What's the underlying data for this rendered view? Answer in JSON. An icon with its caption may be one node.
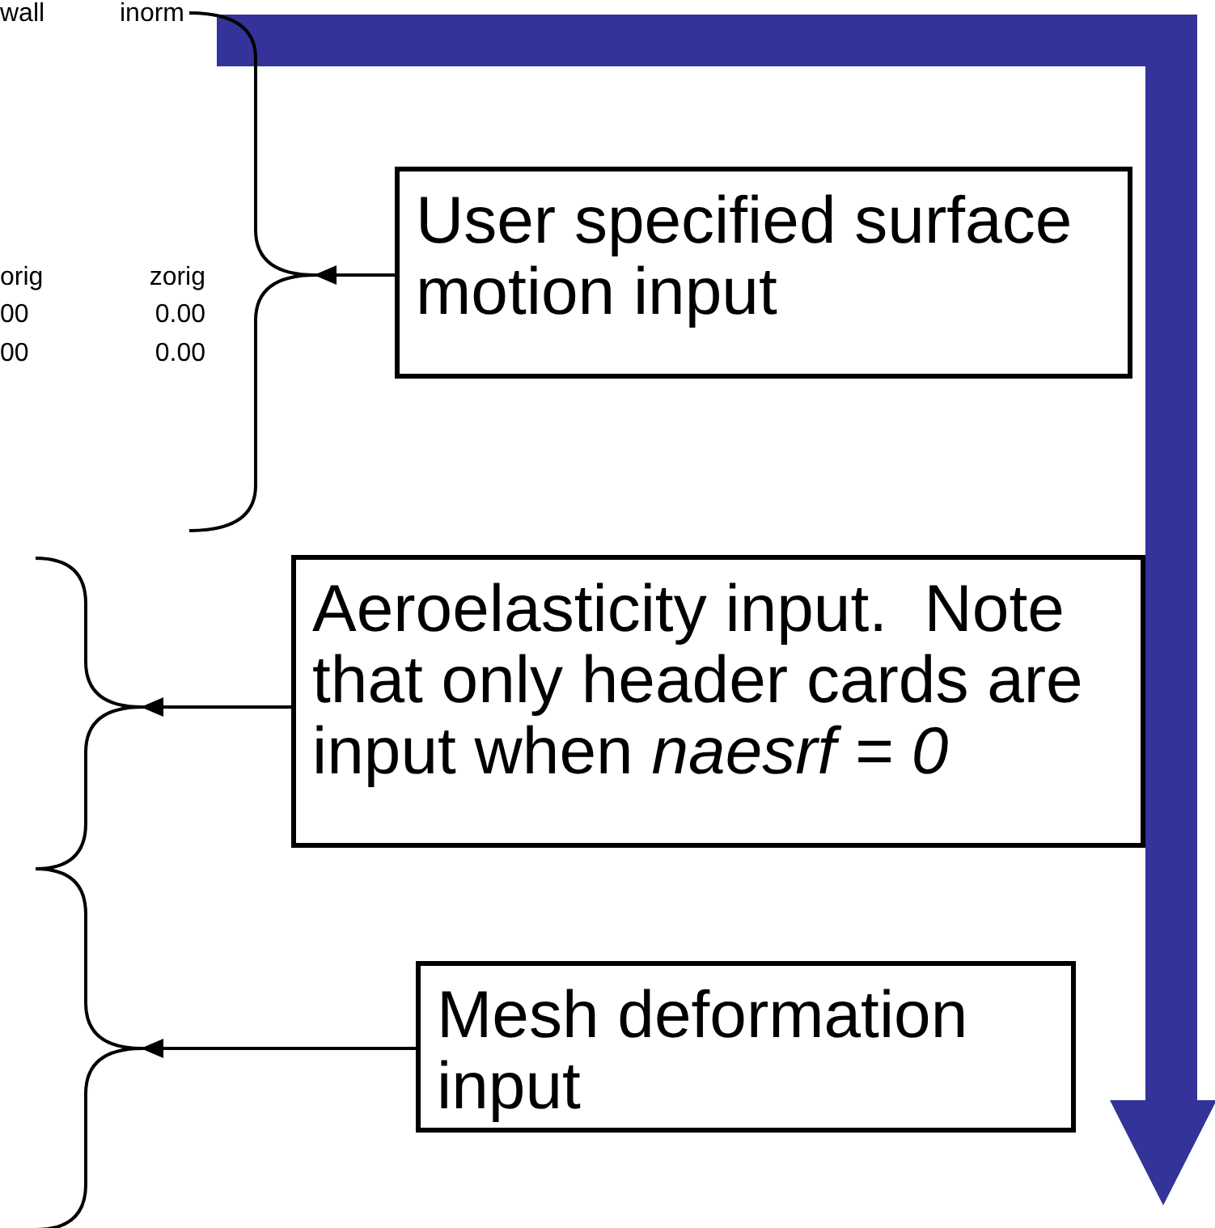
{
  "diagram": {
    "nodes": [
      {
        "text": [],
        "shape": "brace"
      },
      {
        "text": [
          "User specified surface motion input"
        ]
      },
      {
        "text": [],
        "shape": "brace"
      },
      {
        "text": [
          "Aeroelasticity input.  Note that only header cards are input when *naesrf = 0*"
        ]
      },
      {
        "text": [],
        "shape": "brace"
      },
      {
        "text": [
          "Mesh deformation input"
        ]
      }
    ],
    "edges": [
      {
        "from": 1,
        "to": 0,
        "arrow": "to"
      },
      {
        "from": 3,
        "to": 2,
        "arrow": "to"
      },
      {
        "from": 5,
        "to": 4,
        "arrow": "to"
      }
    ],
    "labels": [
      "wall",
      "inorm",
      "orig",
      "zorig",
      "00",
      "0.00",
      "00",
      "0.00"
    ]
  }
}
